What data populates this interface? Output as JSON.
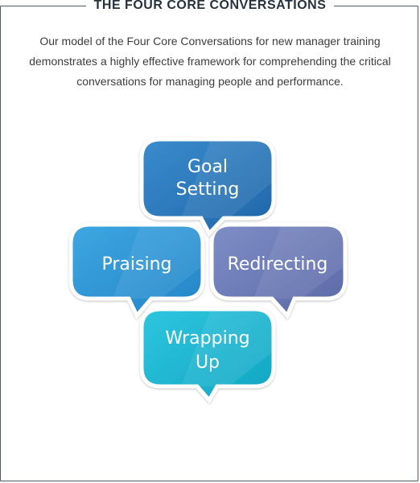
{
  "header": {
    "title": "THE FOUR CORE CONVERSATIONS"
  },
  "intro": {
    "text": "Our model of the Four Core Conversations for new manager training demonstrates a highly effective framework for comprehending the critical conversations for managing people and performance."
  },
  "bubbles": [
    {
      "line1": "Goal",
      "line2": "Setting",
      "color": "#2b78bd"
    },
    {
      "line1": "Praising",
      "line2": "",
      "color": "#3096d6"
    },
    {
      "line1": "Redirecting",
      "line2": "",
      "color": "#6b7bb6"
    },
    {
      "line1": "Wrapping",
      "line2": "Up",
      "color": "#1ab5d0"
    }
  ]
}
